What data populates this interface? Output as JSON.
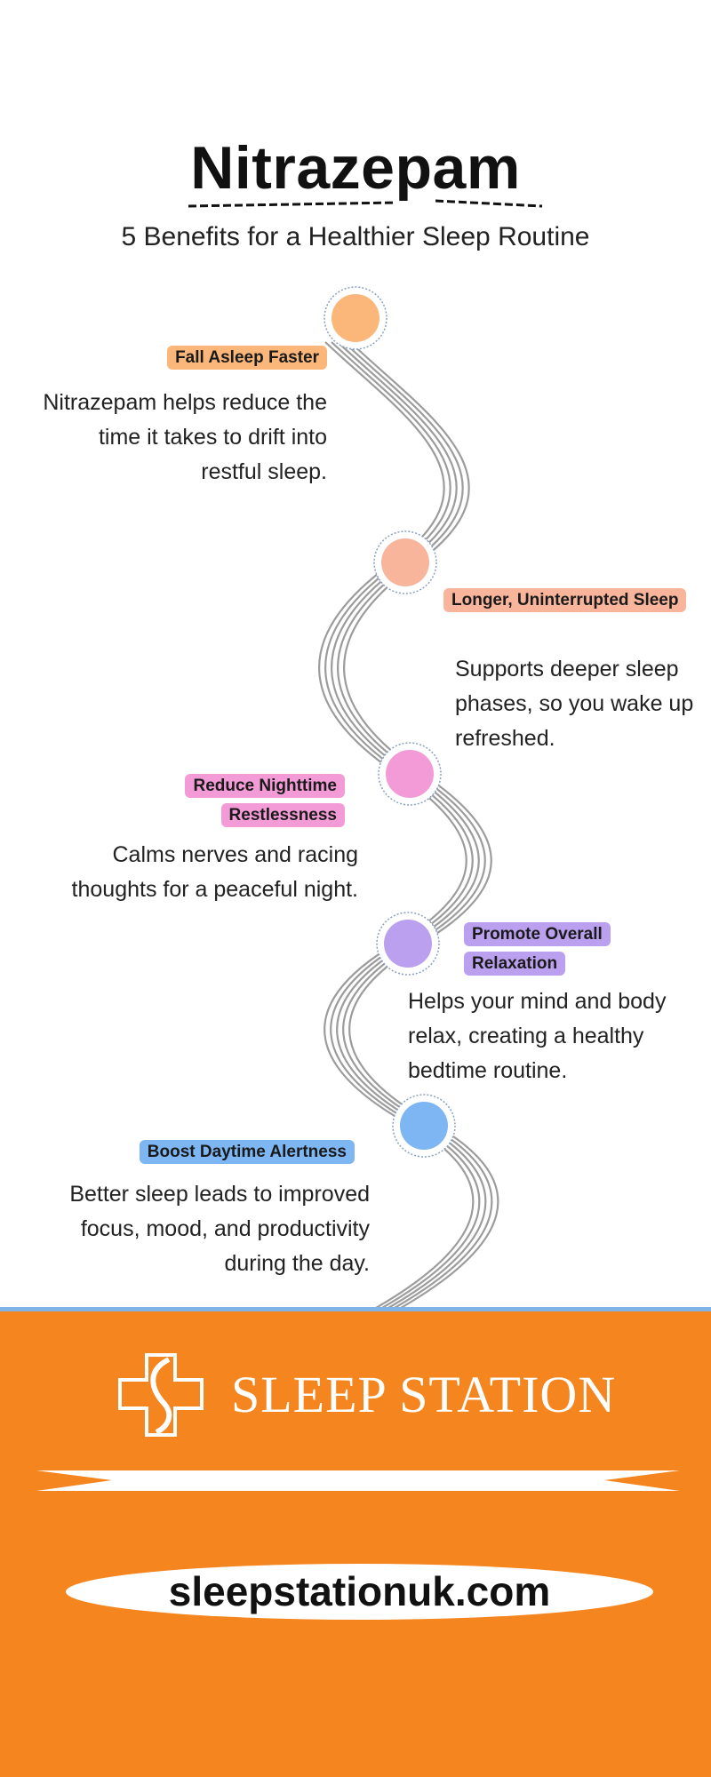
{
  "header": {
    "title": "Nitrazepam",
    "subtitle": "5 Benefits for a Healthier Sleep Routine"
  },
  "benefits": [
    {
      "title": "Fall Asleep Faster",
      "text": "Nitrazepam helps reduce the time it takes to drift into restful sleep.",
      "color": "#fbb679"
    },
    {
      "title": "Longer, Uninterrupted Sleep",
      "text": "Supports deeper sleep phases, so you wake up refreshed.",
      "color": "#f8b59c"
    },
    {
      "title": "Reduce Nighttime Restlessness",
      "text": "Calms nerves and racing thoughts for a peaceful night.",
      "color": "#f29bd6"
    },
    {
      "title": "Promote Overall Relaxation",
      "text": "Helps your mind and body relax, creating a healthy bedtime routine.",
      "color": "#bba0ef"
    },
    {
      "title": "Boost Daytime Alertness",
      "text": "Better sleep leads to improved focus, mood, and productivity during the day.",
      "color": "#7db6f3"
    }
  ],
  "footer": {
    "brand": "SLEEP STATION",
    "website": "sleepstationuk.com",
    "background": "#f5861f",
    "accent_line": "#7fb2e5",
    "logo_icon": "cross-s-logo-icon"
  }
}
